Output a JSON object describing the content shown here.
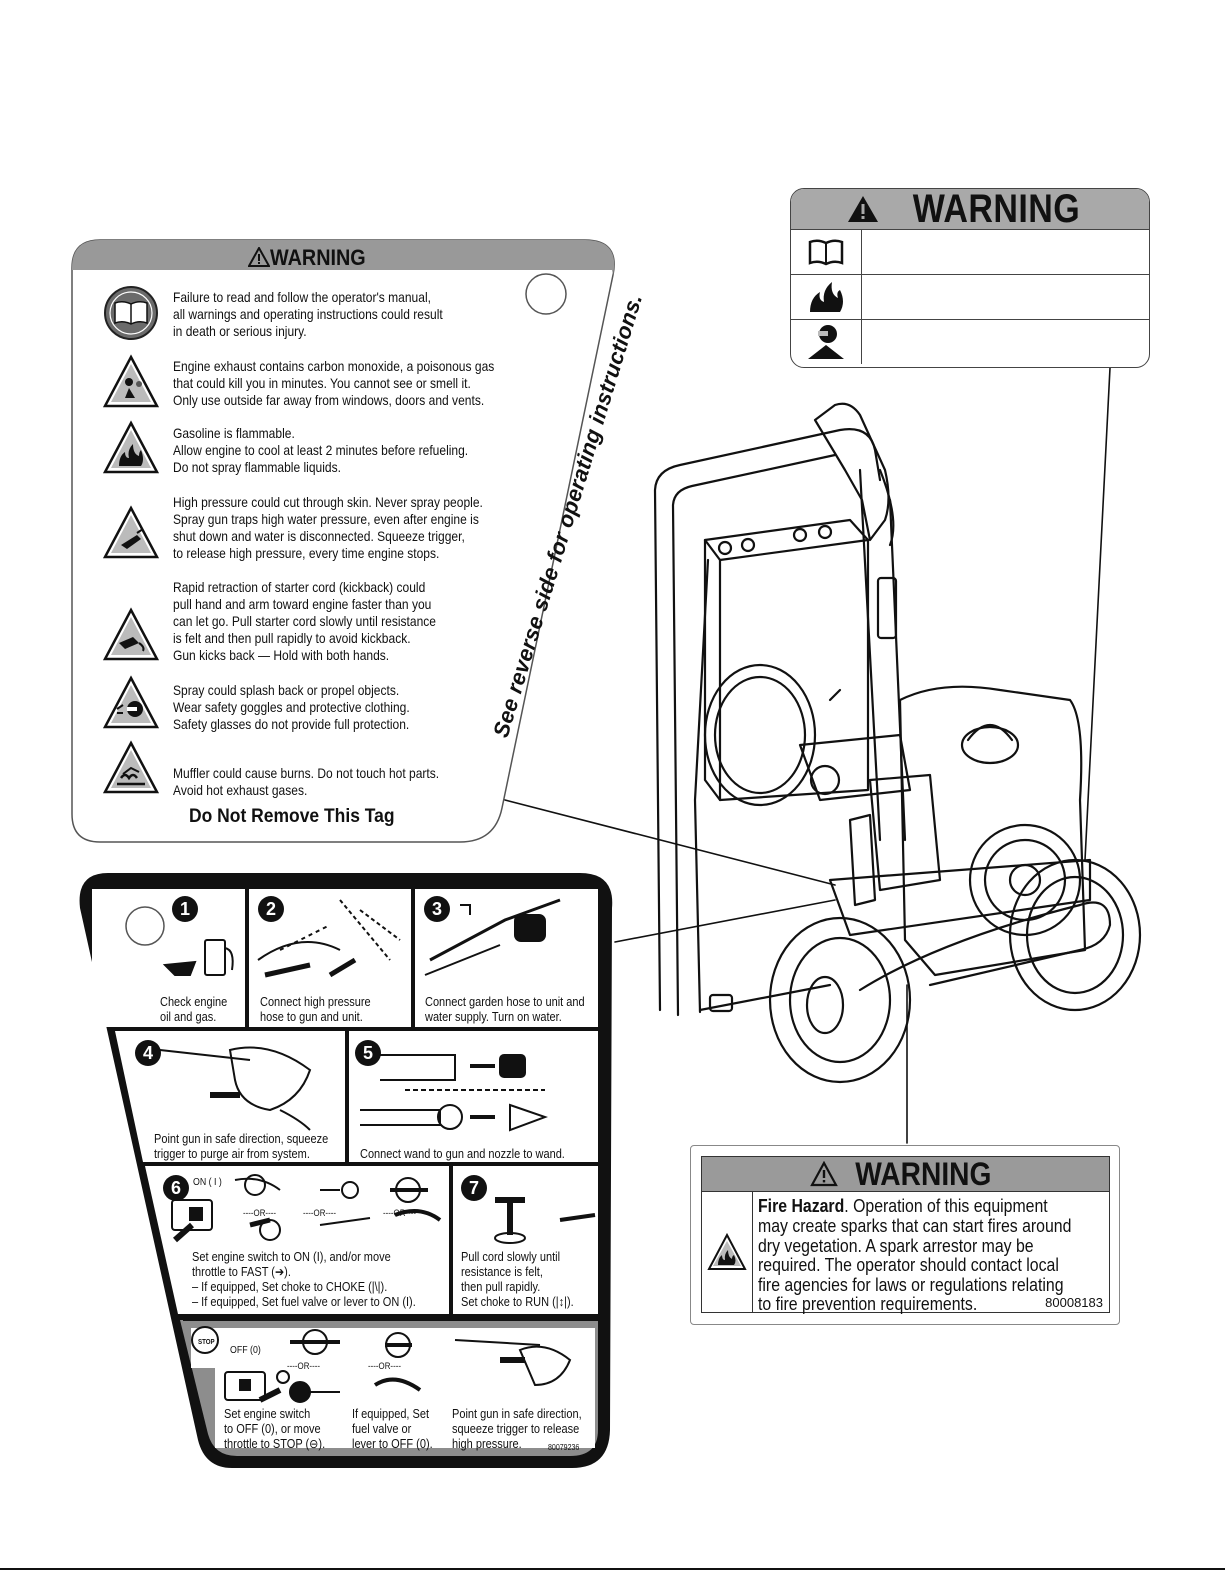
{
  "top_label": {
    "title": "WARNING",
    "icons": [
      "manual-icon",
      "fire-icon",
      "goggles-icon"
    ]
  },
  "tag": {
    "title": "WARNING",
    "vertical_note": "See reverse side for operating instructions.",
    "footer": "Do Not Remove This Tag",
    "items": [
      {
        "icon": "manual-icon",
        "lines": [
          "Failure to read and follow the operator's manual,",
          "all warnings and operating instructions could result",
          "in death or serious injury."
        ]
      },
      {
        "icon": "exhaust-icon",
        "lines": [
          "Engine exhaust contains carbon monoxide, a poisonous gas",
          "that could kill you in minutes. You cannot see or smell it.",
          "Only use outside far away from windows, doors and vents."
        ]
      },
      {
        "icon": "fire-icon",
        "lines": [
          "Gasoline is flammable.",
          "Allow engine to cool at least 2 minutes before refueling.",
          "Do not spray flammable liquids."
        ]
      },
      {
        "icon": "high-pressure-icon",
        "lines": [
          "High pressure could cut through skin. Never spray people.",
          "Spray gun traps high water pressure, even after engine is",
          "shut down and water is disconnected. Squeeze trigger,",
          "to release high pressure, every time engine stops."
        ]
      },
      {
        "icon": "kickback-icon",
        "lines": [
          "Rapid retraction of starter cord (kickback) could",
          "pull hand and arm toward engine faster than you",
          "can let go. Pull starter cord slowly until resistance",
          "is felt and then pull rapidly to avoid kickback.",
          "Gun kicks back — Hold with both hands."
        ]
      },
      {
        "icon": "splash-icon",
        "lines": [
          "Spray could splash back or propel objects.",
          "Wear safety goggles and protective clothing.",
          "Safety glasses do not provide full protection."
        ]
      },
      {
        "icon": "hot-surface-icon",
        "lines": [
          "Muffler could cause burns. Do not touch hot parts.",
          "Avoid hot exhaust gases."
        ]
      }
    ]
  },
  "steps": {
    "s1": {
      "num": "1",
      "caption": [
        "Check engine",
        "oil and gas."
      ]
    },
    "s2": {
      "num": "2",
      "caption": [
        "Connect high pressure",
        "hose to gun and unit."
      ]
    },
    "s3": {
      "num": "3",
      "caption": [
        "Connect garden hose to unit and",
        "water supply. Turn on water."
      ]
    },
    "s4": {
      "num": "4",
      "caption": [
        "Point gun in safe direction, squeeze",
        "trigger to purge air from system."
      ]
    },
    "s5": {
      "num": "5",
      "caption": [
        "Connect wand to gun and nozzle to wand."
      ]
    },
    "s6": {
      "num": "6",
      "switch_label": "ON ( I )",
      "or": "----OR----",
      "caption": [
        "Set engine switch to ON (I), and/or move",
        "throttle to FAST (➔).",
        "– If equipped, Set choke to CHOKE (|\\|).",
        "– If equipped, Set fuel valve or lever to ON (I)."
      ]
    },
    "s7": {
      "num": "7",
      "caption": [
        "Pull cord slowly until",
        "resistance is felt,",
        "then pull rapidly.",
        "Set choke to RUN (|↕|)."
      ]
    },
    "stop": {
      "badge": "STOP",
      "switch_label": "OFF (0)",
      "or": "----OR----",
      "cap_a": [
        "Set engine switch",
        "to OFF (0), or move",
        "throttle to STOP (⊖)."
      ],
      "cap_b": [
        "If equipped, Set",
        "fuel valve or",
        "lever to OFF (0)."
      ],
      "cap_c": [
        "Point gun in safe direction,",
        "squeeze trigger to release",
        "high pressure."
      ],
      "code": "80079236"
    }
  },
  "fire_label": {
    "title": "WARNING",
    "lead": "Fire Hazard",
    "lines": [
      ". Operation of this equipment",
      "may create sparks that can start fires around",
      "dry vegetation. A spark arrestor may be",
      "required. The operator should contact local",
      "fire agencies for laws or regulations relating",
      "to fire prevention requirements."
    ],
    "code": "80008183"
  }
}
